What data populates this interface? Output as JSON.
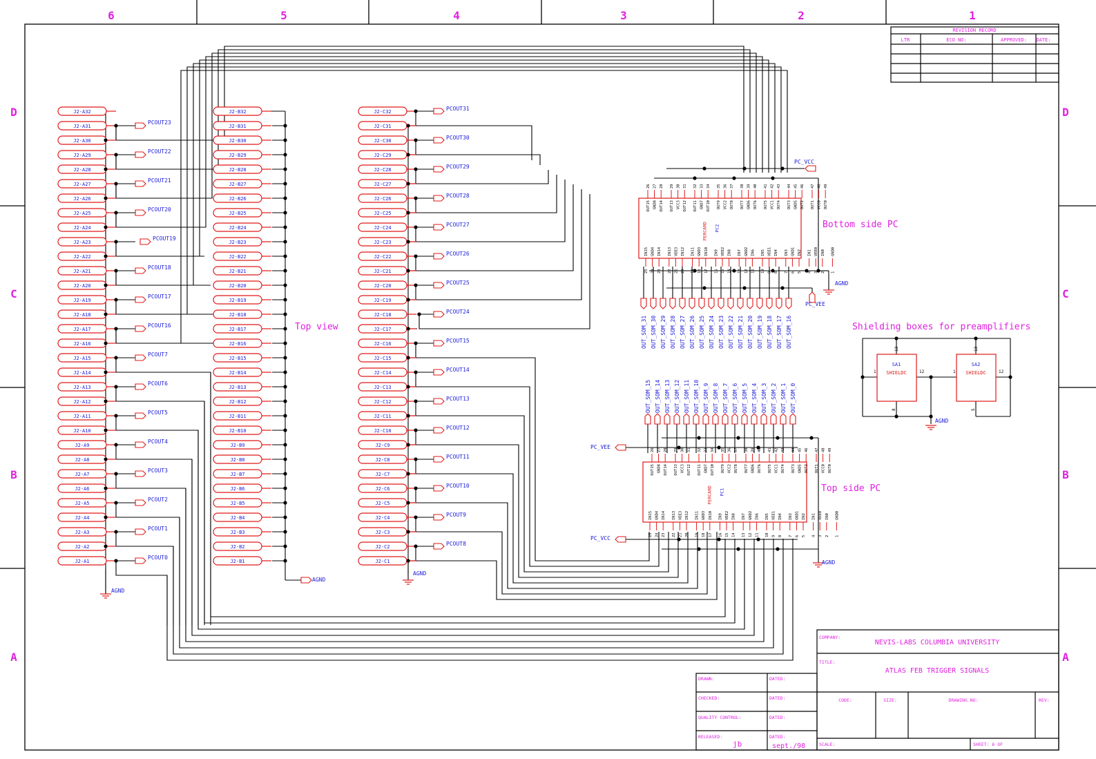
{
  "sheet": {
    "column_labels": [
      "6",
      "5",
      "4",
      "3",
      "2",
      "1"
    ],
    "row_labels": [
      "D",
      "C",
      "B",
      "A"
    ],
    "colors": {
      "frame": "#000000",
      "annotation": "#e020e0",
      "net_label": "#1a1ad8",
      "component": "#e01818"
    }
  },
  "revision_record": {
    "title": "REVISION RECORD",
    "headers": [
      "LTR",
      "ECO NO:",
      "APPROVED:",
      "DATE:"
    ]
  },
  "connectors": {
    "A": [
      "J2-A32",
      "J2-A31",
      "J2-A30",
      "J2-A29",
      "J2-A28",
      "J2-A27",
      "J2-A26",
      "J2-A25",
      "J2-A24",
      "J2-A23",
      "J2-A22",
      "J2-A21",
      "J2-A20",
      "J2-A19",
      "J2-A18",
      "J2-A17",
      "J2-A16",
      "J2-A15",
      "J2-A14",
      "J2-A13",
      "J2-A12",
      "J2-A11",
      "J2-A10",
      "J2-A9",
      "J2-A8",
      "J2-A7",
      "J2-A6",
      "J2-A5",
      "J2-A4",
      "J2-A3",
      "J2-A2",
      "J2-A1"
    ],
    "B": [
      "J2-B32",
      "J2-B31",
      "J2-B30",
      "J2-B29",
      "J2-B28",
      "J2-B27",
      "J2-B26",
      "J2-B25",
      "J2-B24",
      "J2-B23",
      "J2-B22",
      "J2-B21",
      "J2-B20",
      "J2-B19",
      "J2-B18",
      "J2-B17",
      "J2-B16",
      "J2-B15",
      "J2-B14",
      "J2-B13",
      "J2-B12",
      "J2-B11",
      "J2-B10",
      "J2-B9",
      "J2-B8",
      "J2-B7",
      "J2-B6",
      "J2-B5",
      "J2-B4",
      "J2-B3",
      "J2-B2",
      "J2-B1"
    ],
    "C": [
      "J2-C32",
      "J2-C31",
      "J2-C30",
      "J2-C29",
      "J2-C28",
      "J2-C27",
      "J2-C26",
      "J2-C25",
      "J2-C24",
      "J2-C23",
      "J2-C22",
      "J2-C21",
      "J2-C20",
      "J2-C19",
      "J2-C18",
      "J2-C17",
      "J2-C16",
      "J2-C15",
      "J2-C14",
      "J2-C13",
      "J2-C12",
      "J2-C11",
      "J2-C10",
      "J2-C9",
      "J2-C8",
      "J2-C7",
      "J2-C6",
      "J2-C5",
      "J2-C4",
      "J2-C3",
      "J2-C2",
      "J2-C1"
    ]
  },
  "pcout_labels": {
    "A": [
      "PCOUT23",
      "PCOUT22",
      "PCOUT21",
      "PCOUT20",
      "PCOUT19",
      "PCOUT18",
      "PCOUT17",
      "PCOUT16",
      "PCOUT7",
      "PCOUT6",
      "PCOUT5",
      "PCOUT4",
      "PCOUT3",
      "PCOUT2",
      "PCOUT1",
      "PCOUT0"
    ],
    "C": [
      "PCOUT31",
      "PCOUT30",
      "PCOUT29",
      "PCOUT28",
      "PCOUT27",
      "PCOUT26",
      "PCOUT25",
      "PCOUT24",
      "PCOUT15",
      "PCOUT14",
      "PCOUT13",
      "PCOUT12",
      "PCOUT11",
      "PCOUT10",
      "PCOUT9",
      "PCOUT8"
    ]
  },
  "ground_labels": {
    "a": "AGND",
    "b": "AGND",
    "c": "AGND",
    "pc2": "AGND",
    "pc1": "AGND",
    "shield": "AGND"
  },
  "top_view_label": "Top view",
  "pc2": {
    "ref": "PC2",
    "part": "PERCARD",
    "caption": "Bottom side PC",
    "vcc_label": "PC_VCC",
    "vee_label": "PC_VEE",
    "top_pins": [
      "OUT15",
      "GND8",
      "OUT14",
      "OUT13",
      "VCC3",
      "OUT12",
      "OUT11",
      "GND7",
      "OUT10",
      "OUT9",
      "VCC2",
      "OUT8",
      "OUT7",
      "GND6",
      "OUT6",
      "OUT5",
      "VCC1",
      "OUT4",
      "OUT3",
      "GND5",
      "OUT2",
      "OUT1",
      "VCC0",
      "OUT0"
    ],
    "top_pin_numbers": [
      "26",
      "27",
      "28",
      "29",
      "30",
      "31",
      "32",
      "33",
      "34",
      "35",
      "36",
      "37",
      "38",
      "39",
      "40",
      "41",
      "42",
      "43",
      "44",
      "45",
      "46",
      "47",
      "48",
      "49"
    ],
    "bottom_pins": [
      "IN15",
      "GND4",
      "IN14",
      "IN13",
      "VEE3",
      "IN12",
      "IN11",
      "GND3",
      "IN10",
      "IN9",
      "VEE2",
      "IN8",
      "IN7",
      "GND2",
      "IN6",
      "IN5",
      "VEE1",
      "IN4",
      "IN3",
      "GND1",
      "IN2",
      "IN1",
      "VEE0",
      "IN0",
      "GND0"
    ],
    "bottom_pin_numbers": [
      "25",
      "24",
      "23",
      "22",
      "21",
      "20",
      "19",
      "18",
      "17",
      "16",
      "15",
      "14",
      "13",
      "12",
      "11",
      "10",
      "9",
      "8",
      "7",
      "6",
      "5",
      "4",
      "3",
      "2",
      "1"
    ],
    "outputs": [
      "OUT_SOM_31",
      "OUT_SOM_30",
      "OUT_SOM_29",
      "OUT_SOM_28",
      "OUT_SOM_27",
      "OUT_SOM_26",
      "OUT_SOM_25",
      "OUT_SOM_24",
      "OUT_SOM_23",
      "OUT_SOM_22",
      "OUT_SOM_21",
      "OUT_SOM_20",
      "OUT_SOM_19",
      "OUT_SOM_18",
      "OUT_SOM_17",
      "OUT_SOM_16"
    ]
  },
  "pc1": {
    "ref": "PC1",
    "part": "PERCARD",
    "caption": "Top side PC",
    "vcc_label": "PC_VCC",
    "vee_label": "PC_VEE",
    "outputs": [
      "OUT_SOM_15",
      "OUT_SOM_14",
      "OUT_SOM_13",
      "OUT_SOM_12",
      "OUT_SOM_11",
      "OUT_SOM_10",
      "OUT_SOM_9",
      "OUT_SOM_8",
      "OUT_SOM_7",
      "OUT_SOM_6",
      "OUT_SOM_5",
      "OUT_SOM_4",
      "OUT_SOM_3",
      "OUT_SOM_2",
      "OUT_SOM_1",
      "OUT_SOM_0"
    ]
  },
  "shielding": {
    "caption": "Shielding boxes for preamplifiers",
    "boxes": [
      {
        "ref": "SA1",
        "part": "SHIELDC",
        "pin_left": "1",
        "pin_right": "12",
        "pin_top": "13",
        "pin_bottom": "8"
      },
      {
        "ref": "SA2",
        "part": "SHIELDC",
        "pin_left": "1",
        "pin_right": "12",
        "pin_top": "13",
        "pin_bottom": "5"
      }
    ]
  },
  "title_block": {
    "company_label": "COMPANY:",
    "company": "NEVIS-LABS COLUMBIA UNIVERSITY",
    "title_label": "TITLE:",
    "title": "ATLAS FEB TRIGGER SIGNALS",
    "code_label": "CODE:",
    "size_label": "SIZE:",
    "drawing_no_label": "DRAWING NO:",
    "rev_label": "REV:",
    "scale_label": "SCALE:",
    "sheet_label": "SHEET:  6   OF",
    "drawn_label": "DRAWN:",
    "checked_label": "CHECKED:",
    "qc_label": "QUALITY CONTROL:",
    "released_label": "RELEASED:",
    "dated_label": "DATED:",
    "released_by": "jb",
    "released_date": "sept./98"
  }
}
